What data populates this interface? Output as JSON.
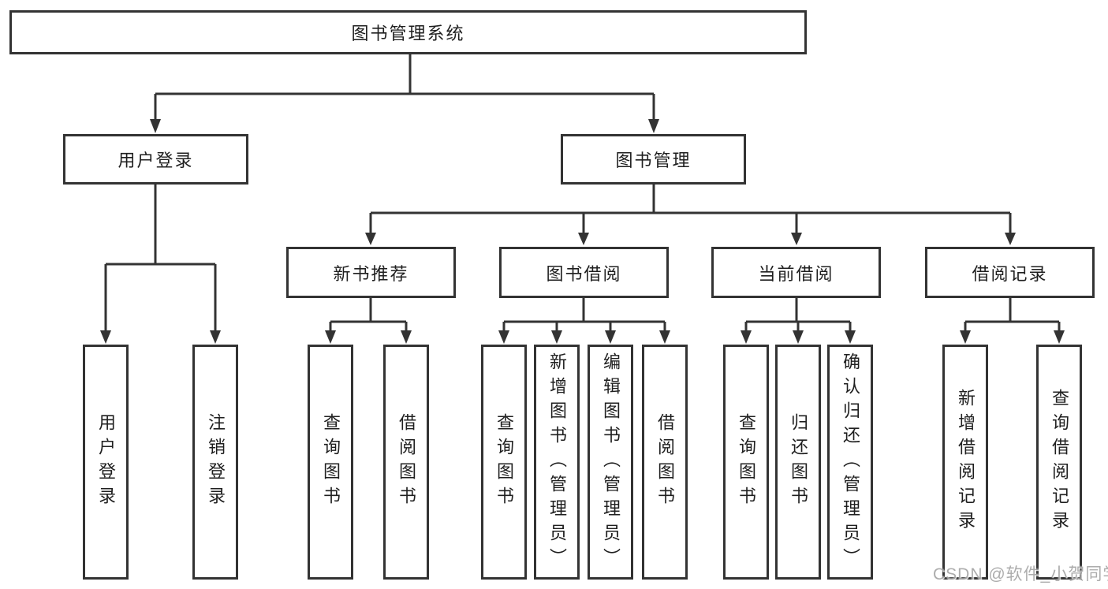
{
  "colors": {
    "background": "#ffffff",
    "line": "#333333",
    "box_border": "#333333",
    "text": "#1f1f1f",
    "watermark_text": "#a6a6a6"
  },
  "diagram": {
    "root": {
      "label": "图书管理系统"
    },
    "branches": [
      {
        "label": "用户登录",
        "children": [
          {
            "label": "用户登录"
          },
          {
            "label": "注销登录"
          }
        ]
      },
      {
        "label": "图书管理",
        "groups": [
          {
            "label": "新书推荐",
            "children": [
              {
                "label": "查询图书"
              },
              {
                "label": "借阅图书"
              }
            ]
          },
          {
            "label": "图书借阅",
            "children": [
              {
                "label": "查询图书"
              },
              {
                "label": "新增图书（管理员）"
              },
              {
                "label": "编辑图书（管理员）"
              },
              {
                "label": "借阅图书"
              }
            ]
          },
          {
            "label": "当前借阅",
            "children": [
              {
                "label": "查询图书"
              },
              {
                "label": "归还图书"
              },
              {
                "label": "确认归还（管理员）"
              }
            ]
          },
          {
            "label": "借阅记录",
            "children": [
              {
                "label": "新增借阅记录"
              },
              {
                "label": "查询借阅记录"
              }
            ]
          }
        ]
      }
    ]
  },
  "watermark": {
    "label": "CSDN @软件_小贺同学"
  }
}
